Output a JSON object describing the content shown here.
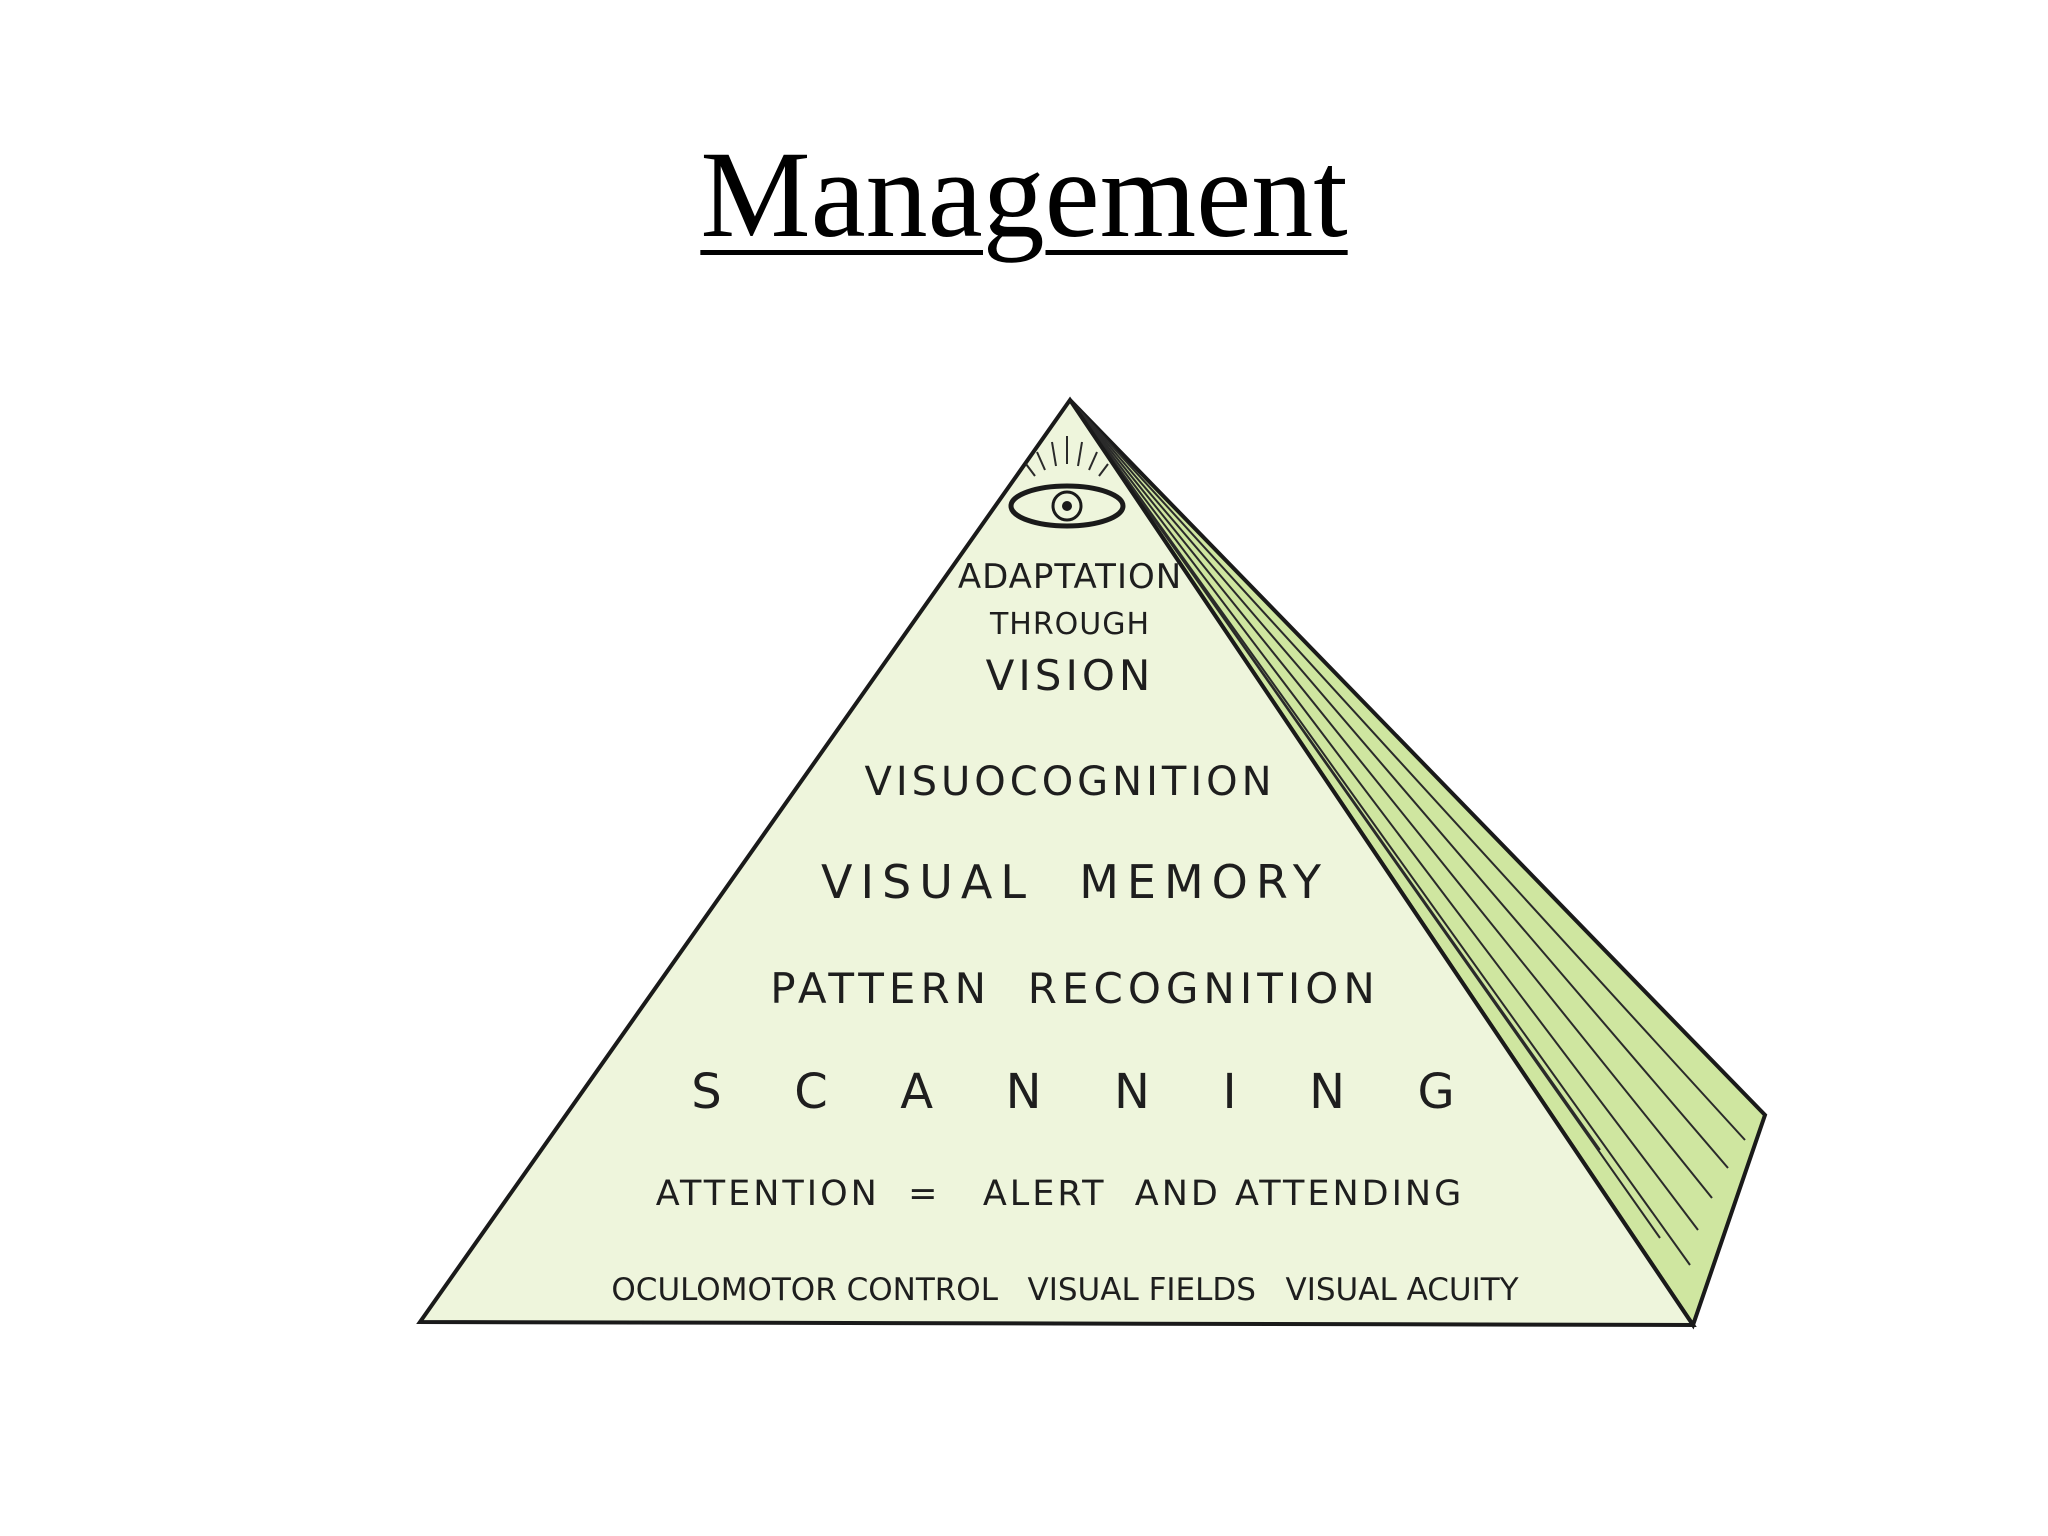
{
  "title": "Management",
  "pyramid": {
    "tiers": [
      {
        "lines": [
          "ADAPTATION",
          "THROUGH",
          "VISION"
        ]
      },
      {
        "lines": [
          "VISUOCOGNITION"
        ]
      },
      {
        "lines": [
          "VISUAL  MEMORY"
        ]
      },
      {
        "lines": [
          "PATTERN  RECOGNITION"
        ]
      },
      {
        "lines": [
          "S  C  A  N  N  I  N  G"
        ]
      },
      {
        "lines": [
          "ATTENTION  =   ALERT  AND ATTENDING"
        ]
      },
      {
        "lines": [
          "OCULOMOTOR CONTROL   VISUAL FIELDS   VISUAL ACUITY"
        ]
      }
    ],
    "apex_icon": "eye-icon",
    "colors": {
      "front_face": "#eef5dc",
      "side_face": "#cfe6a0",
      "outline": "#1a1a1a"
    }
  }
}
